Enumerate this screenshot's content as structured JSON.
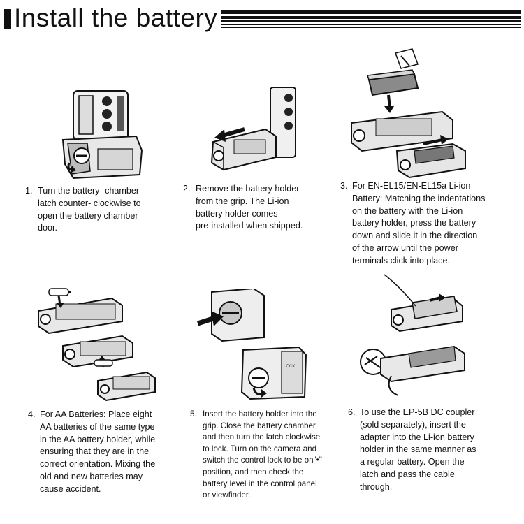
{
  "header": {
    "title": "Install the battery"
  },
  "steps": [
    {
      "number": "1.",
      "lines": [
        "Turn the battery- chamber",
        "latch counter- clockwise to",
        "open the battery chamber",
        "door."
      ]
    },
    {
      "number": "2.",
      "lines": [
        "Remove the battery holder",
        "from the grip. The Li-ion",
        "battery holder comes",
        "pre-installed when shipped."
      ]
    },
    {
      "number": "3.",
      "lines": [
        "For EN-EL15/EN-EL15a Li-ion",
        "Battery: Matching the indentations",
        "on the battery with the Li-ion",
        "battery holder,  press the battery",
        "down and slide it in the direction",
        "of the arrow until the power",
        "terminals click into place."
      ]
    },
    {
      "number": "4.",
      "lines": [
        "For AA Batteries: Place eight",
        "AA batteries of the same type",
        "in the AA battery holder, while",
        "ensuring that they are in the",
        "correct orientation. Mixing the",
        "old and new batteries may",
        "cause accident."
      ]
    },
    {
      "number": "5.",
      "lines": [
        "Insert the battery holder into the",
        "grip. Close the battery chamber",
        "and then turn the latch clockwise",
        "to lock. Turn on the camera and",
        "switch the control lock to be on\"•\"",
        "position, and then check the",
        "battery level in the control panel",
        "or viewfinder."
      ]
    },
    {
      "number": "6.",
      "lines": [
        "To use the EP-5B DC coupler",
        "(sold separately), insert the",
        "adapter into the Li-ion battery",
        "holder in the same manner as",
        "a regular battery. Open the",
        "latch and pass the cable",
        "through."
      ]
    }
  ],
  "illustration_labels": {
    "lock": "LOCK"
  },
  "colors": {
    "ink": "#111111",
    "background": "#ffffff",
    "shade": "#9a9a9a",
    "light": "#e6e6e6"
  }
}
